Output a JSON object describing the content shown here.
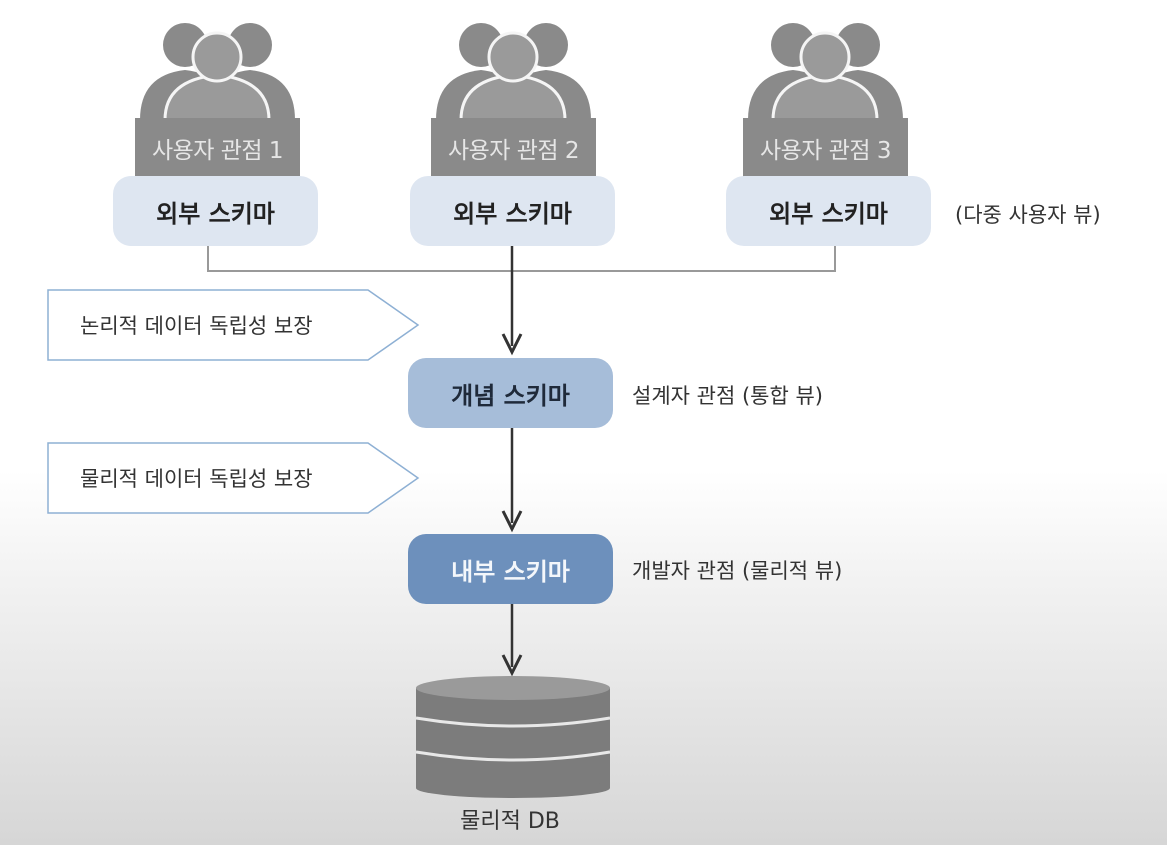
{
  "users": [
    {
      "label": "사용자 관점 1"
    },
    {
      "label": "사용자 관점 2"
    },
    {
      "label": "사용자 관점 3"
    }
  ],
  "external_schemas": [
    {
      "label": "외부 스키마"
    },
    {
      "label": "외부 스키마"
    },
    {
      "label": "외부 스키마"
    }
  ],
  "external_note": "(다중 사용자 뷰)",
  "logical_independence": "논리적 데이터 독립성 보장",
  "conceptual_schema": {
    "label": "개념 스키마",
    "note": "설계자 관점 (통합 뷰)"
  },
  "physical_independence": "물리적 데이터 독립성 보장",
  "internal_schema": {
    "label": "내부 스키마",
    "note": "개발자 관점 (물리적 뷰)"
  },
  "database": {
    "label": "물리적 DB",
    "icon": "database-icon"
  },
  "colors": {
    "user_gray": "#8a8a8a",
    "external_box": "#dee6f1",
    "conceptual_box": "#a6bdd9",
    "internal_box": "#6d90bc"
  }
}
